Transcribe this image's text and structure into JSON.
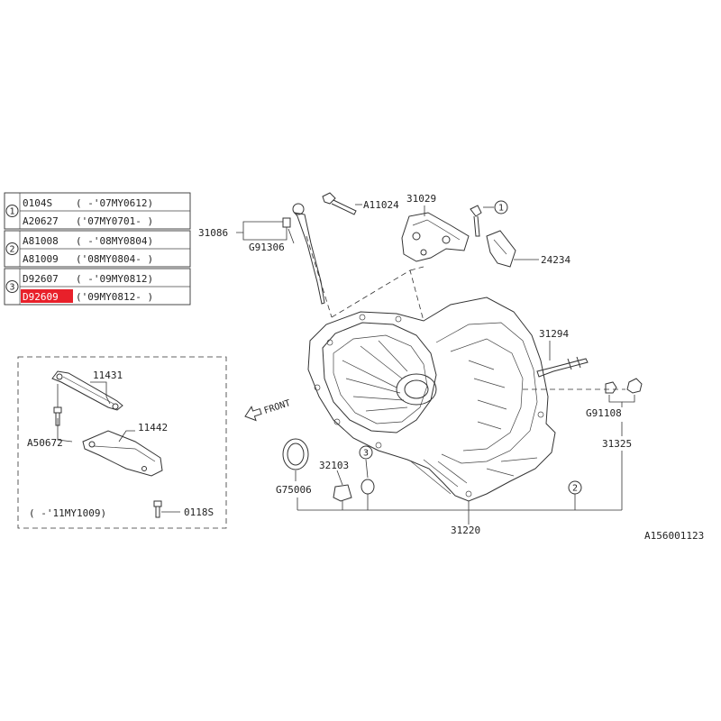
{
  "diagram_id": "A156001123",
  "legend": [
    {
      "marker": "1",
      "rows": [
        {
          "part": "0104S",
          "range": "(    -'07MY0612)"
        },
        {
          "part": "A20627",
          "range": "('07MY0701-    )"
        }
      ]
    },
    {
      "marker": "2",
      "rows": [
        {
          "part": "A81008",
          "range": "(    -'08MY0804)"
        },
        {
          "part": "A81009",
          "range": "('08MY0804-    )"
        }
      ]
    },
    {
      "marker": "3",
      "rows": [
        {
          "part": "D92607",
          "range": "(    -'09MY0812)"
        },
        {
          "part": "D92609",
          "range": "('09MY0812-    )",
          "highlighted": true
        }
      ]
    }
  ],
  "inset": {
    "parts": [
      "11431",
      "11442",
      "A50672",
      "0118S"
    ],
    "range_note": "(    -'11MY1009)"
  },
  "callouts": {
    "a11024": "A11024",
    "p31029": "31029",
    "p31086": "31086",
    "g91306": "G91306",
    "p24234": "24234",
    "p31294": "31294",
    "g91108": "G91108",
    "p31325": "31325",
    "p32103": "32103",
    "g75006": "G75006",
    "p31220": "31220",
    "front": "FRONT"
  },
  "markers": {
    "m1": "1",
    "m2": "2",
    "m3": "3"
  }
}
